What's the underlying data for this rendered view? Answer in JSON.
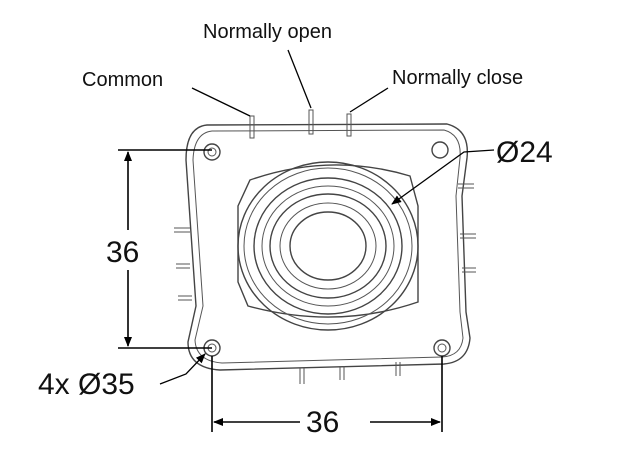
{
  "labels": {
    "common": "Common",
    "normally_open": "Normally open",
    "normally_close": "Normally close",
    "diameter_center": "Ø24",
    "dimension_vertical": "36",
    "dimension_horizontal": "36",
    "mounting_holes": "4x Ø35"
  },
  "colors": {
    "line": "#444444",
    "text": "#111111",
    "background": "#ffffff"
  }
}
